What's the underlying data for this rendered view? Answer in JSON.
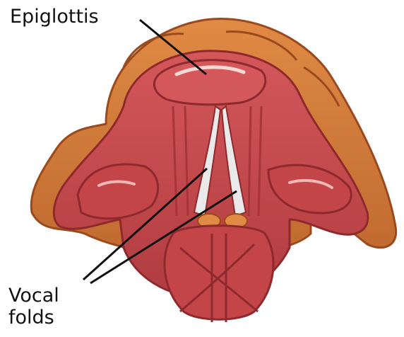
{
  "labels": {
    "epiglottis": "Epiglottis",
    "vocal_folds_line1": "Vocal",
    "vocal_folds_line2": "folds"
  },
  "colors": {
    "cartilage": "#d2793a",
    "cartilage_dark": "#9a4a1d",
    "muscle": "#c8484a",
    "muscle_dark": "#8e2a2d",
    "muscle_light": "#e0706f",
    "highlight": "#f5d7d4",
    "vocal_fold": "#e9e9ea",
    "leader_line": "#111111"
  }
}
